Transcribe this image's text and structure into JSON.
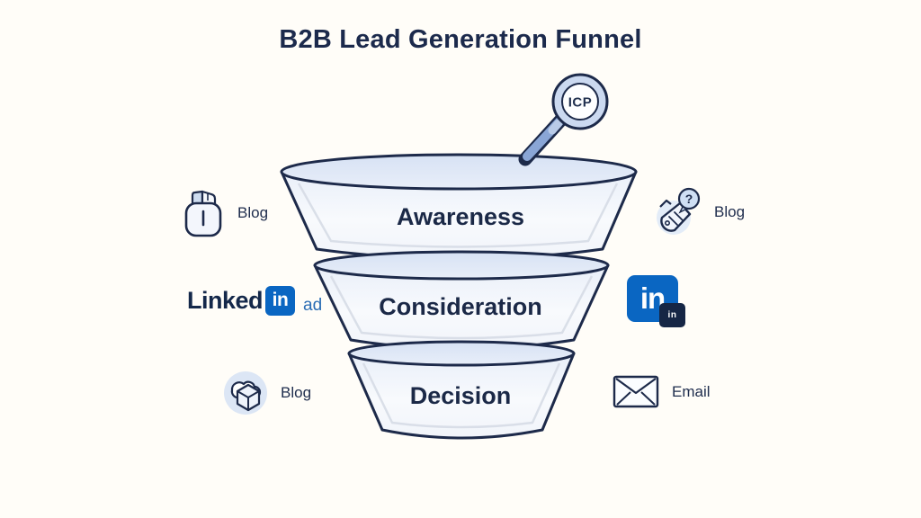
{
  "title": "B2B Lead Generation Funnel",
  "magnifier": {
    "icon": "magnifier-icon",
    "label": "ICP"
  },
  "funnel": {
    "stages": [
      {
        "label": "Awareness"
      },
      {
        "label": "Consideration"
      },
      {
        "label": "Decision"
      }
    ]
  },
  "left_items": [
    {
      "icon": "notebook-pen-icon",
      "label": "Blog"
    },
    {
      "icon": "linkedin-logo-icon",
      "brand": "Linked",
      "logo": "in",
      "suffix": "ad"
    },
    {
      "icon": "cube-cloud-icon",
      "label": "Blog"
    }
  ],
  "right_items": [
    {
      "icon": "megaphone-question-icon",
      "bubble_glyph": "?",
      "label": "Blog"
    },
    {
      "icon": "linkedin-logo-icon",
      "logo": "in",
      "badge": "in"
    },
    {
      "icon": "envelope-icon",
      "label": "Email"
    }
  ],
  "colors": {
    "navy_outline": "#1d2a4a",
    "title_navy": "#1c2a4c",
    "rim_blue": "#dbe5f5",
    "body_light": "#f6f8fc",
    "bevel_gray": "#d6dce6",
    "lens_ring_blue": "#cbd9f0",
    "handle_blue": "#8aa6d6",
    "linkedin_blue": "#0a66c2",
    "badge_navy": "#162645",
    "ad_text_blue": "#2a6cb4",
    "icon_bg_blue": "#dce6f5",
    "background": "#fffdf8"
  }
}
